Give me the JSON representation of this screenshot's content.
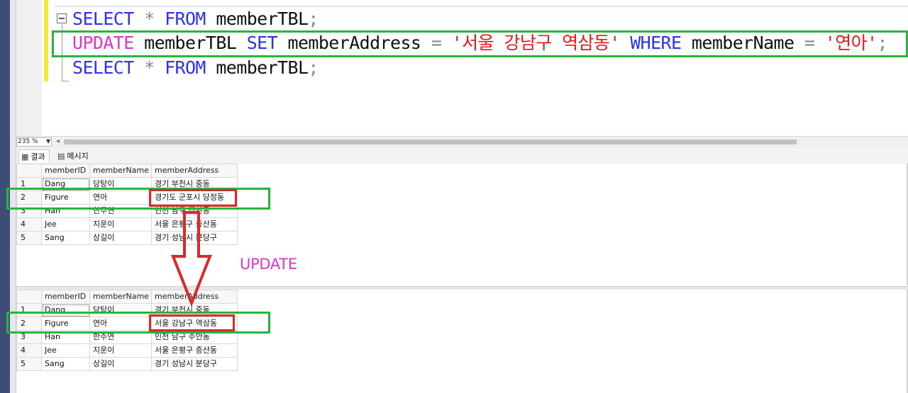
{
  "editor": {
    "line1": {
      "kw1": "SELECT",
      "star": "*",
      "kw2": "FROM",
      "table": "memberTBL",
      "semi": ";"
    },
    "line2": {
      "kw1": "UPDATE",
      "table": "memberTBL",
      "kw2": "SET",
      "col1": "memberAddress",
      "eq1": "=",
      "val1": "'서울 강남구 역삼동'",
      "kw3": "WHERE",
      "col2": "memberName",
      "eq2": "=",
      "val2": "'연아'",
      "semi": ";"
    },
    "line3": {
      "kw1": "SELECT",
      "star": "*",
      "kw2": "FROM",
      "table": "memberTBL",
      "semi": ";"
    }
  },
  "zoom": {
    "value": "235 %"
  },
  "tabs": {
    "results": "결과",
    "messages": "메시지",
    "results_icon": "grid-icon",
    "messages_icon": "message-icon"
  },
  "grid_before": {
    "headers": [
      "memberID",
      "memberName",
      "memberAddress"
    ],
    "rows": [
      {
        "n": "1",
        "id": "Dang",
        "name": "당탕이",
        "addr": "경기 부천시 중동"
      },
      {
        "n": "2",
        "id": "Figure",
        "name": "연아",
        "addr": "경기도 군포시 당정동"
      },
      {
        "n": "3",
        "id": "Han",
        "name": "한주연",
        "addr": "인천 남구 주안동"
      },
      {
        "n": "4",
        "id": "Jee",
        "name": "지운이",
        "addr": "서울 은평구 증산동"
      },
      {
        "n": "5",
        "id": "Sang",
        "name": "상길이",
        "addr": "경기 성남시 분당구"
      }
    ]
  },
  "grid_after": {
    "headers": [
      "memberID",
      "memberName",
      "memberAddress"
    ],
    "rows": [
      {
        "n": "1",
        "id": "Dang",
        "name": "당탕이",
        "addr": "경기 부천시 중동"
      },
      {
        "n": "2",
        "id": "Figure",
        "name": "연아",
        "addr": "서울 강남구 역삼동"
      },
      {
        "n": "3",
        "id": "Han",
        "name": "한주연",
        "addr": "인천 남구 주안동"
      },
      {
        "n": "4",
        "id": "Jee",
        "name": "지운이",
        "addr": "서울 은평구 증산동"
      },
      {
        "n": "5",
        "id": "Sang",
        "name": "상길이",
        "addr": "경기 성남시 분당구"
      }
    ]
  },
  "annotation": {
    "label": "UPDATE"
  },
  "colors": {
    "keyword": "#2f2ff5",
    "update_keyword": "#e033d0",
    "string": "#e01b1b",
    "highlight_row": "#27b43f",
    "highlight_cell": "#d92a2a",
    "arrow": "#d92a2a"
  }
}
